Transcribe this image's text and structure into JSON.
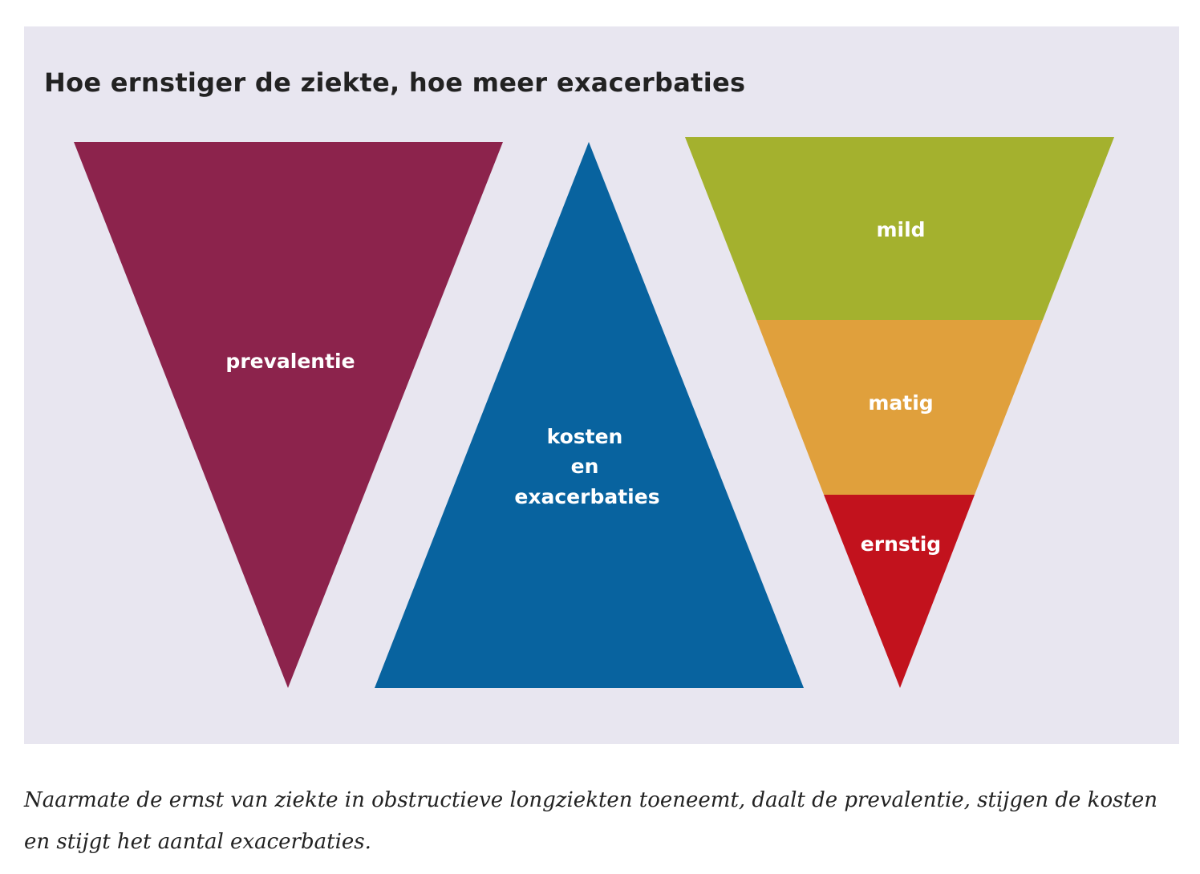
{
  "title": "Hoe ernstiger de ziekte, hoe meer exacerbaties",
  "triangles": {
    "prevalence": {
      "label": "prevalentie",
      "color": "#8c234c"
    },
    "costs": {
      "label_lines": [
        "kosten",
        "en",
        "exacerbaties"
      ],
      "color": "#08639f"
    },
    "severity": {
      "bands": [
        {
          "label": "mild",
          "color": "#a4b12e"
        },
        {
          "label": "matig",
          "color": "#e0a03c"
        },
        {
          "label": "ernstig",
          "color": "#c2121d"
        }
      ]
    }
  },
  "caption": "Naarmate de ernst van ziekte in obstructieve longziekten toeneemt, daalt de prevalentie, stijgen de kosten en stijgt het aantal exacerbaties."
}
